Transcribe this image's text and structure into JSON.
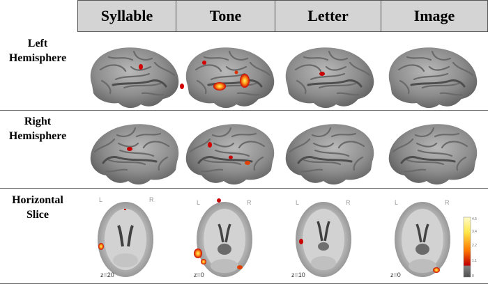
{
  "columns": [
    "Syllable",
    "Tone",
    "Letter",
    "Image"
  ],
  "rows": [
    {
      "label_line1": "Left",
      "label_line2": "Hemisphere"
    },
    {
      "label_line1": "Right",
      "label_line2": "Hemisphere"
    },
    {
      "label_line1": "Horizontal",
      "label_line2": "Slice"
    }
  ],
  "slices": [
    {
      "z": "z=20",
      "left": "L",
      "right": "R"
    },
    {
      "z": "z=0",
      "left": "L",
      "right": "R"
    },
    {
      "z": "z=10",
      "left": "L",
      "right": "R"
    },
    {
      "z": "z=0",
      "left": "L",
      "right": "R"
    }
  ],
  "colorbar": {
    "ticks": [
      "4.5",
      "3.4",
      "2.2",
      "1.1",
      "0"
    ]
  },
  "colors": {
    "header_bg": "#d4d4d4",
    "brain": "#8a8a8a",
    "activation_low": "#c00000",
    "activation_high": "#ffe84a"
  }
}
